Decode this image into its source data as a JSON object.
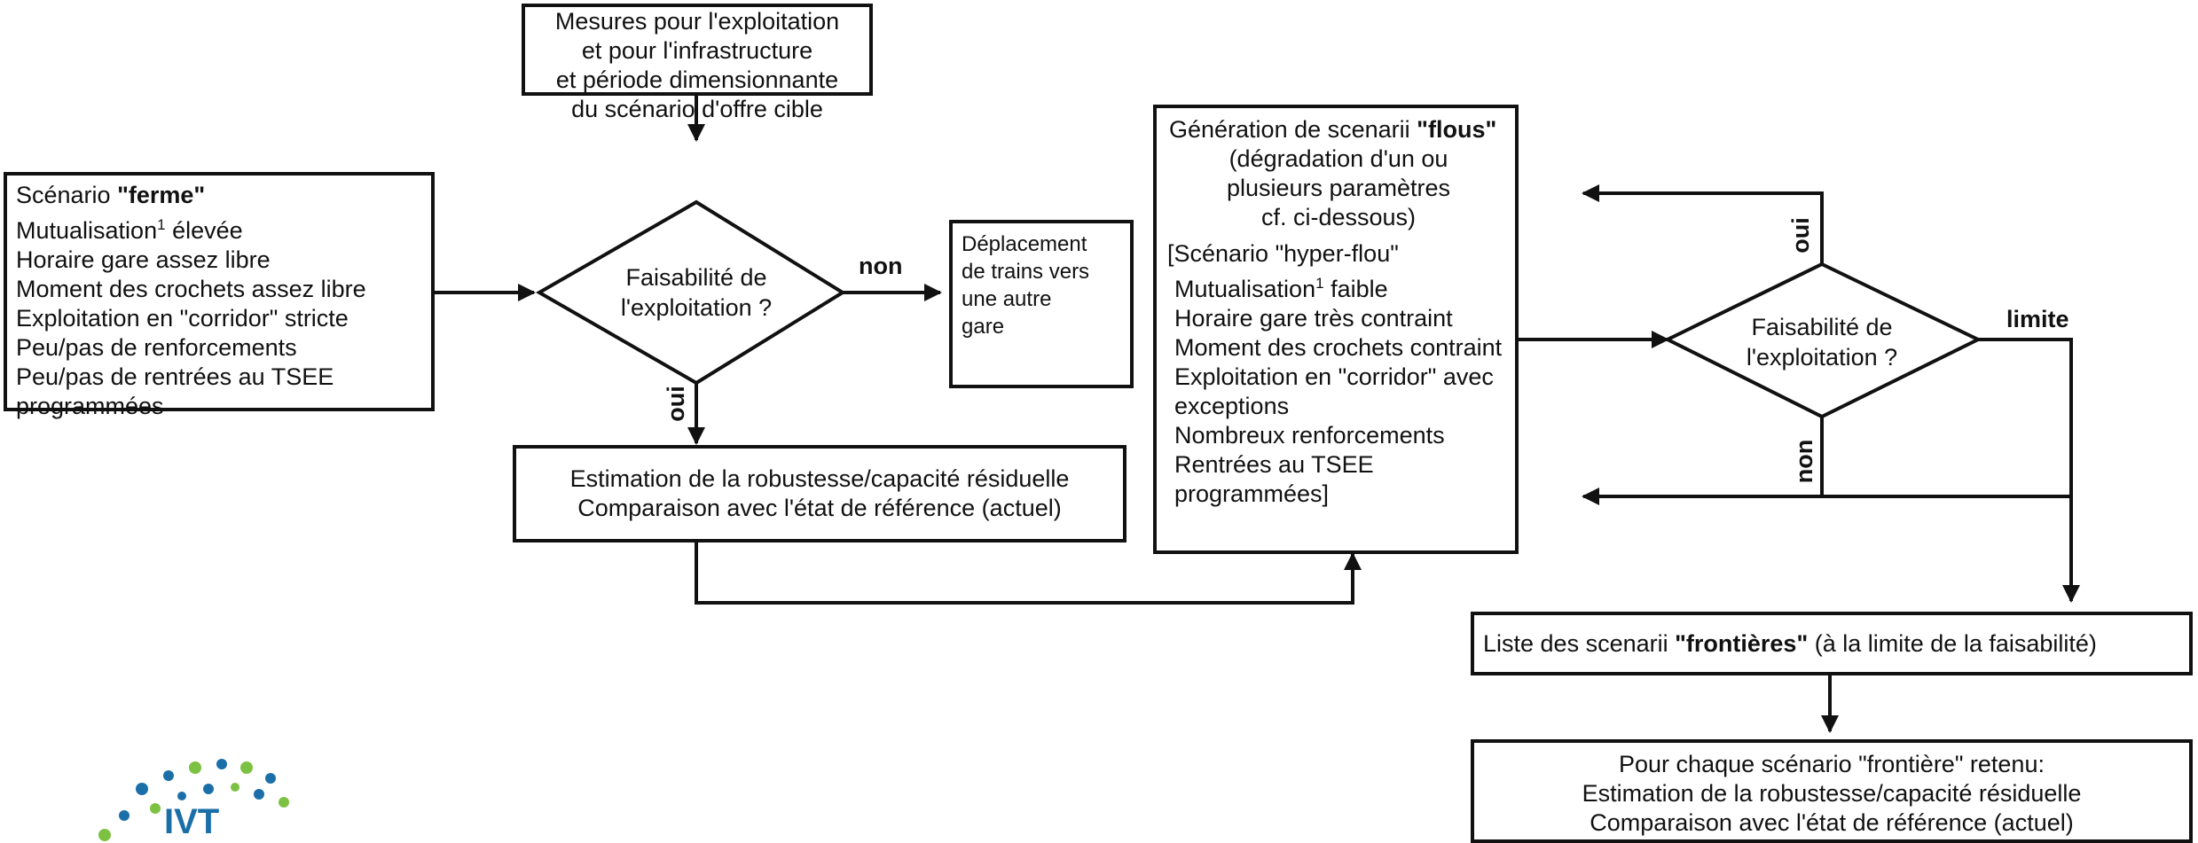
{
  "top_box": [
    "Mesures pour l'exploitation",
    "et pour l'infrastructure",
    "et période dimensionnante",
    "du scénario d'offre cible"
  ],
  "firm_box": {
    "title_prefix": "Scénario ",
    "title_bold": "\"ferme\"",
    "mutual_prefix": "Mutualisation",
    "mutual_sup": "1",
    "mutual_suffix": " élevée",
    "lines": [
      "Horaire gare assez libre",
      "Moment des crochets assez libre",
      "Exploitation en \"corridor\" stricte",
      "Peu/pas de renforcements",
      "Peu/pas de rentrées au TSEE",
      "programmées"
    ]
  },
  "decision1": [
    "Faisabilité de",
    "l'exploitation ?"
  ],
  "label_non_1": "non",
  "label_oui_1": "oui",
  "move_box": [
    "Déplacement",
    "de trains vers",
    "une autre",
    "gare"
  ],
  "estimation_box": [
    "Estimation de la robustesse/capacité résiduelle",
    "Comparaison avec l'état de référence (actuel)"
  ],
  "fuzzy_box": {
    "title_prefix": "Génération de scenarii ",
    "title_bold": "\"flous\"",
    "intro": [
      "(dégradation d'un ou",
      "plusieurs paramètres",
      "cf. ci-dessous)"
    ],
    "hyper": "[Scénario \"hyper-flou\"",
    "mutual_prefix": "Mutualisation",
    "mutual_sup": "1",
    "mutual_suffix": " faible",
    "lines": [
      "Horaire gare très contraint",
      "Moment des crochets contraint",
      "Exploitation en \"corridor\" avec",
      "exceptions",
      "Nombreux renforcements",
      "Rentrées au TSEE",
      "programmées]"
    ]
  },
  "decision2": [
    "Faisabilité de",
    "l'exploitation ?"
  ],
  "label_oui_2": "oui",
  "label_non_2": "non",
  "label_limite": "limite",
  "frontier_box": {
    "prefix": "Liste des scenarii ",
    "bold": "\"frontières\"",
    "suffix": " (à la limite de la faisabilité)"
  },
  "final_box": [
    "Pour chaque scénario \"frontière\" retenu:",
    "Estimation de la robustesse/capacité résiduelle",
    "Comparaison avec l'état de référence (actuel)"
  ],
  "logo": {
    "text": "IVT"
  },
  "colors": {
    "line": "#111111",
    "logo_blue": "#1b6fa8",
    "logo_green": "#7cc242"
  }
}
